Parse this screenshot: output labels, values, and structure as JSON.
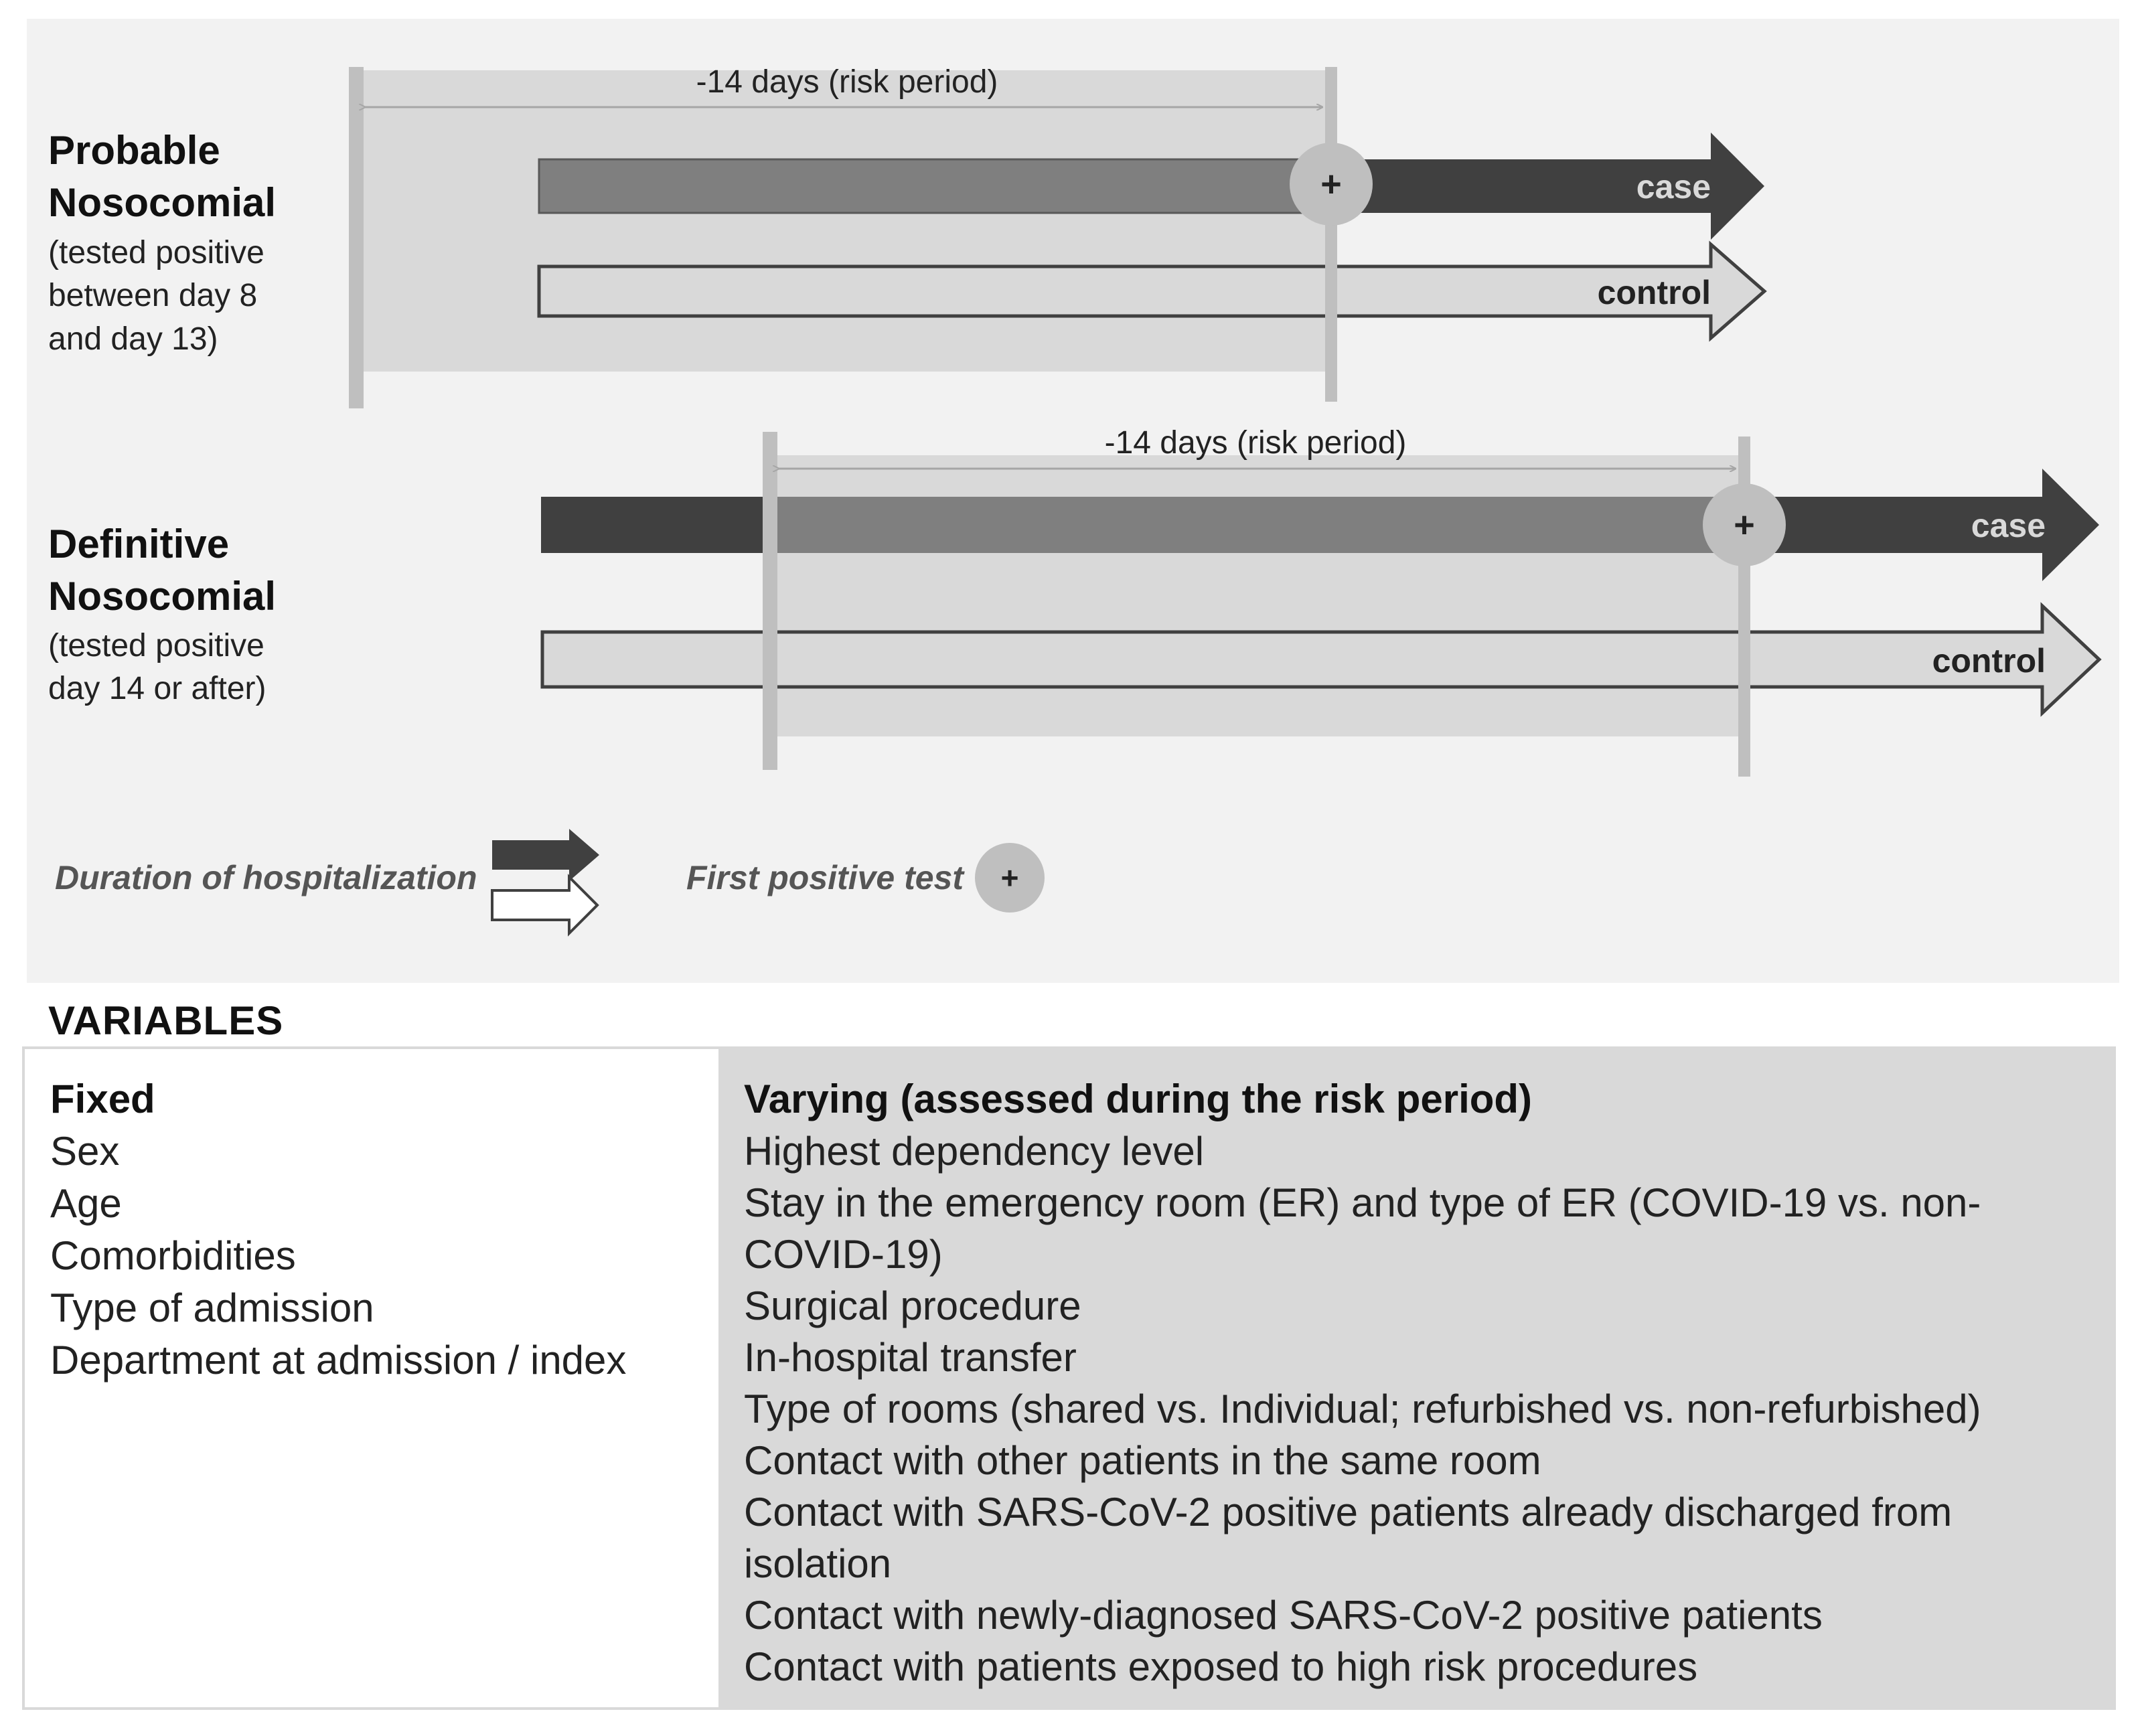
{
  "diagram": {
    "probable": {
      "title_line1": "Probable",
      "title_line2": "Nosocomial",
      "sub_line1": "(tested positive",
      "sub_line2": "between day 8",
      "sub_line3": "and day 13)",
      "risk_period_label": "-14 days (risk period)",
      "case_label": "case",
      "control_label": "control"
    },
    "definitive": {
      "title_line1": "Definitive",
      "title_line2": "Nosocomial",
      "sub_line1": "(tested positive",
      "sub_line2": "day 14 or after)",
      "risk_period_label": "-14 days (risk period)",
      "case_label": "case",
      "control_label": "control"
    },
    "positive_marker_symbol": "+",
    "legend": {
      "duration_label": "Duration of hospitalization",
      "first_positive_label": "First positive test",
      "first_positive_symbol": "+"
    },
    "colors": {
      "panel_background": "#f2f2f2",
      "risk_period_fill": "#d9d9d9",
      "case_dark": "#404040",
      "case_mid": "#7f7f7f",
      "control_fill": "#d9d9d9",
      "marker_circle": "#bfbfbf",
      "vertical_line": "#bfbfbf"
    }
  },
  "variables": {
    "title": "VARIABLES",
    "fixed": {
      "heading": "Fixed",
      "items": [
        "Sex",
        "Age",
        "Comorbidities",
        "Type of admission",
        "Department at admission / index"
      ]
    },
    "varying": {
      "heading": "Varying (assessed during the risk period)",
      "items": [
        "Highest dependency level",
        "Stay in the emergency room (ER) and type of ER (COVID-19 vs. non-COVID-19)",
        "Surgical procedure",
        "In-hospital transfer",
        "Type of rooms (shared vs. Individual; refurbished vs. non-refurbished)",
        "Contact with other patients in the same room",
        "Contact with SARS-CoV-2 positive patients already discharged from isolation",
        "Contact with newly-diagnosed SARS-CoV-2 positive patients",
        "Contact with patients exposed to high risk procedures"
      ]
    }
  }
}
